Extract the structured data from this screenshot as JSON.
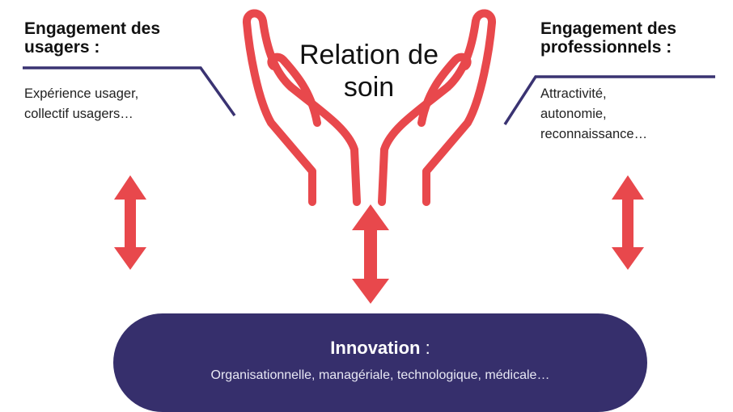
{
  "left": {
    "heading_line1": "Engagement des",
    "heading_line2": "usagers :",
    "desc_line1": "Expérience usager,",
    "desc_line2": "collectif usagers…"
  },
  "right": {
    "heading_line1": "Engagement des",
    "heading_line2": "professionnels :",
    "desc_line1": "Attractivité,",
    "desc_line2": "autonomie,",
    "desc_line3": "reconnaissance…"
  },
  "center": {
    "title_line1": "Relation de",
    "title_line2": "soin"
  },
  "innovation": {
    "title": "Innovation",
    "colon": " :",
    "subtitle": "Organisationnelle, managériale, technologique, médicale…"
  },
  "colors": {
    "hands": "#e8484c",
    "arrows": "#e8484c",
    "lines": "#3a3372",
    "pill": "#362f6c"
  },
  "icons": [
    "hands-icon",
    "double-arrow-icon"
  ]
}
